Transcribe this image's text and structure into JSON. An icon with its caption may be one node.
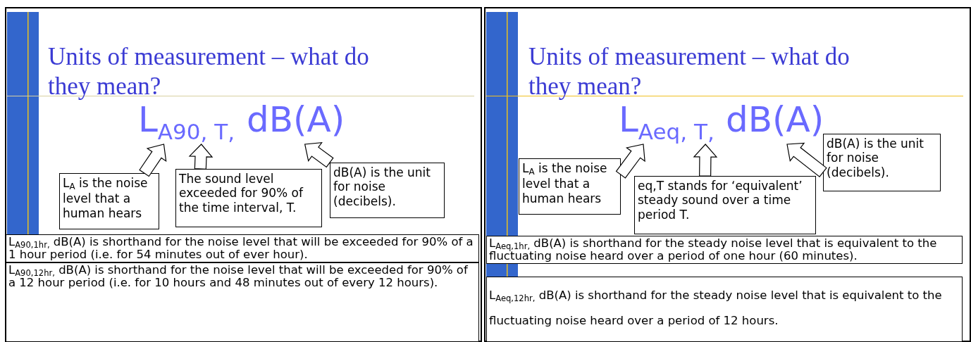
{
  "diagram": {
    "nodes": [
      {
        "text": [
          "Units of measurement – what do they mean?"
        ]
      },
      {
        "text": [
          "L$_{A90, T,}$"
        ],
        "in": 0
      },
      {
        "text": [
          "dB(A)"
        ],
        "in": 0
      },
      {
        "text": [
          "L$_{A}$ is the noise level that a human hears"
        ],
        "in": 0
      },
      {
        "text": [
          "The sound level exceeded for 90% of the time interval, T."
        ],
        "in": 0
      },
      {
        "text": [
          "dB(A) is the unit for noise (decibels)."
        ],
        "in": 0
      },
      {
        "text": [
          "L$_{A90,1hr,}$ dB(A) is shorthand for the noise level that will be exceeded for 90% of a 1 hour period (i.e. for 54 minutes out of ever hour)."
        ],
        "in": 0
      },
      {
        "text": [
          "L$_{A90,12hr,}$ dB(A) is shorthand for the noise level that will be exceeded for 90% of a 12 hour period (i.e. for 10 hours and 48 minutes out of every 12 hours)."
        ],
        "in": 0
      },
      {
        "text": [
          "Units of measurement – what do they mean?"
        ]
      },
      {
        "text": [
          "L$_{Aeq, T,}$"
        ],
        "in": 8
      },
      {
        "text": [
          "dB(A)"
        ],
        "in": 8
      },
      {
        "text": [
          "L$_{A}$ is the noise level that a human hears"
        ],
        "in": 8
      },
      {
        "text": [
          "eq,T stands for ‘equivalent’ steady sound over a time period T."
        ],
        "in": 8
      },
      {
        "text": [
          "dB(A) is the unit for noise (decibels)."
        ],
        "in": 8
      },
      {
        "text": [
          "L$_{Aeq,1hr,}$ dB(A) is shorthand for the steady noise level that is equivalent to the fluctuating noise heard over a period of one hour (60 minutes)."
        ],
        "in": 8
      },
      {
        "text": [
          "L$_{Aeq,12hr,}$ dB(A) is shorthand for the steady noise level that is equivalent to the fluctuating noise heard over a period of 12 hours."
        ],
        "in": 8
      }
    ],
    "edges": [
      {
        "from": 3,
        "to": 1,
        "arrow": "to"
      },
      {
        "from": 4,
        "to": 1,
        "arrow": "to"
      },
      {
        "from": 5,
        "to": 2,
        "arrow": "to"
      },
      {
        "from": 11,
        "to": 9,
        "arrow": "to"
      },
      {
        "from": 12,
        "to": 9,
        "arrow": "to"
      },
      {
        "from": 13,
        "to": 10,
        "arrow": "to"
      }
    ]
  }
}
